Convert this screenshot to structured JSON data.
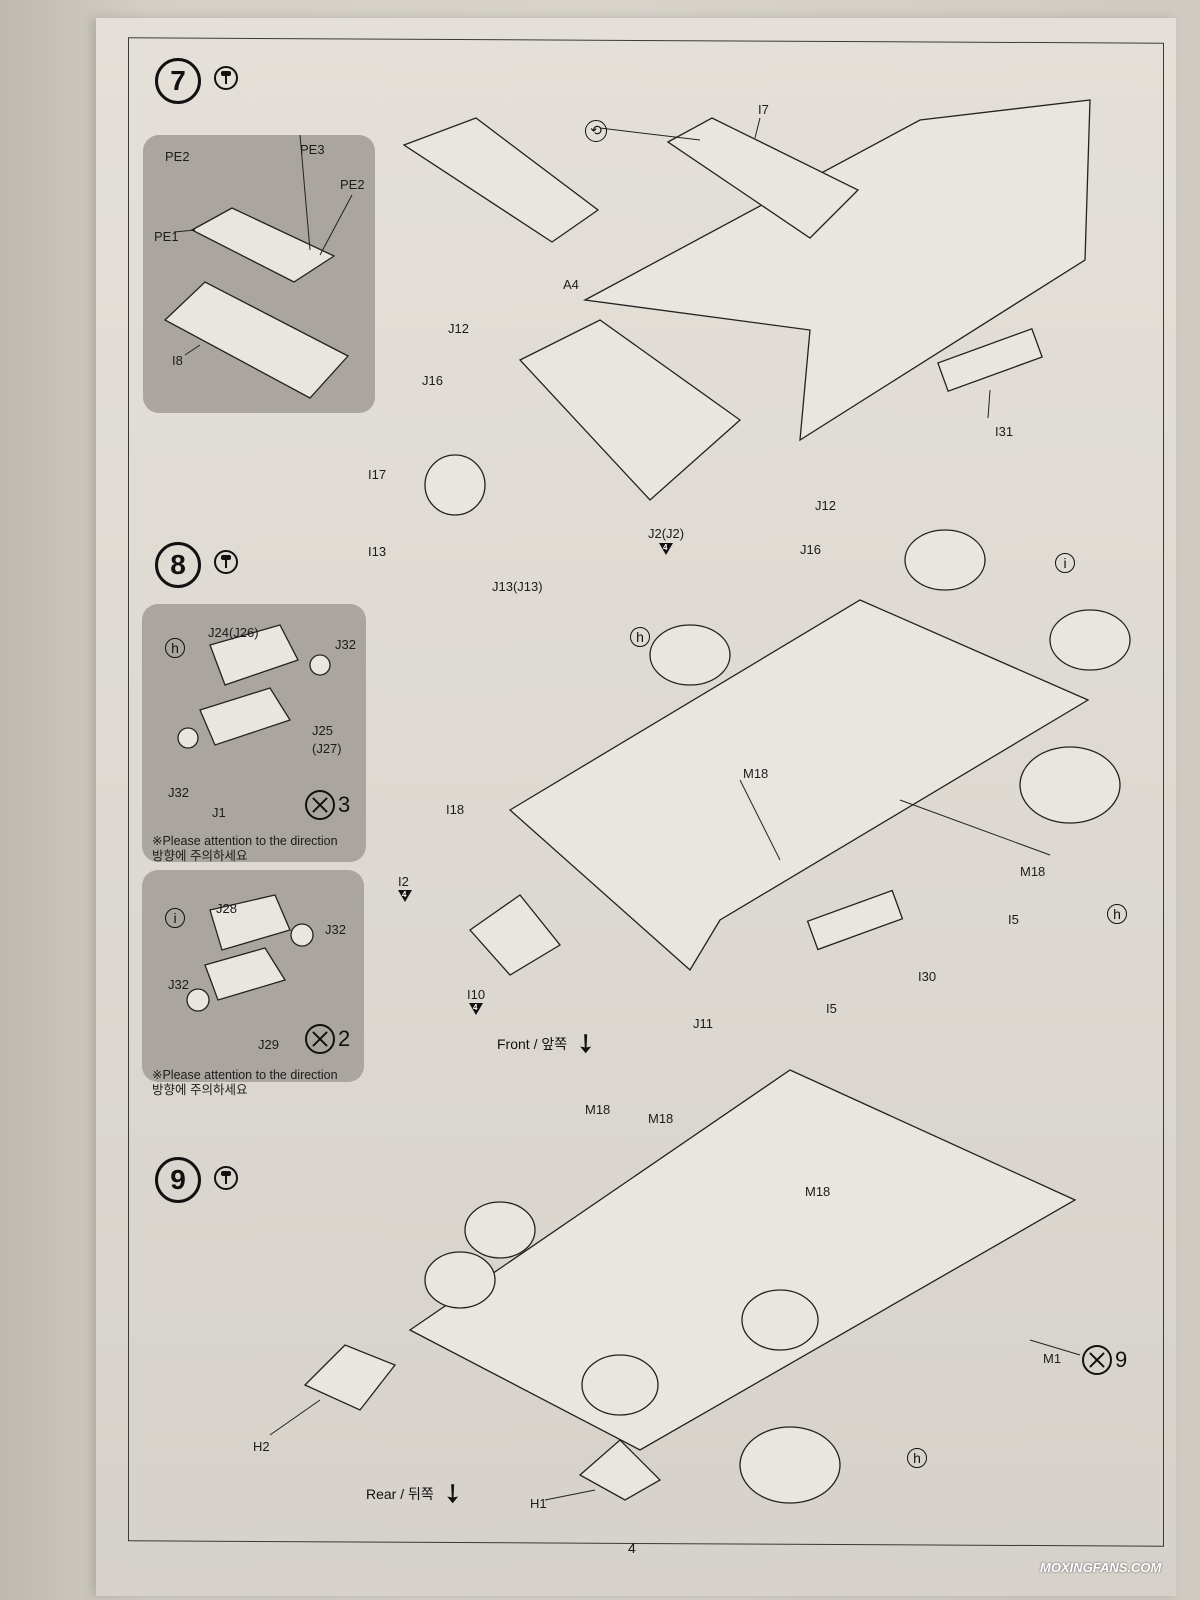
{
  "steps": [
    {
      "number": "7",
      "glue_icon": "glue-icon"
    },
    {
      "number": "8",
      "glue_icon": "glue-icon"
    },
    {
      "number": "9",
      "glue_icon": "glue-icon"
    }
  ],
  "step7": {
    "inset_labels": [
      "PE2",
      "PE3",
      "PE2",
      "PE1",
      "I8"
    ],
    "labels": [
      "I7",
      "A4",
      "J12",
      "J16",
      "I17",
      "I13",
      "J13(J13)",
      "J2(J2)",
      "J12",
      "J16",
      "I31"
    ],
    "j2_tri": "4"
  },
  "step8": {
    "inset_h": {
      "sub": "h",
      "labels": [
        "J24(J26)",
        "J32",
        "J25",
        "(J27)",
        "J32",
        "J1"
      ],
      "multiplier": "3",
      "note_en": "※Please attention to the direction",
      "note_ko": "방향에 주의하세요"
    },
    "inset_i": {
      "sub": "i",
      "labels": [
        "J28",
        "J32",
        "J32",
        "J29"
      ],
      "multiplier": "2",
      "note_en": "※Please attention to the direction",
      "note_ko": "방향에 주의하세요"
    },
    "labels": [
      "I18",
      "I2",
      "I10",
      "M18",
      "M18",
      "I5",
      "I30",
      "I5",
      "J11"
    ],
    "sub_h": "h",
    "sub_i": "i",
    "sub_h2": "h",
    "tri_i2": "4",
    "tri_i10": "4",
    "direction": "Front / 앞쪽"
  },
  "step9": {
    "labels": [
      "M18",
      "M18",
      "M18",
      "M1",
      "H2",
      "H1"
    ],
    "sub_h": "h",
    "multiplier": "9",
    "direction": "Rear / 뒤쪽"
  },
  "page_number": "4",
  "watermark": "MOXINGFANS.COM"
}
